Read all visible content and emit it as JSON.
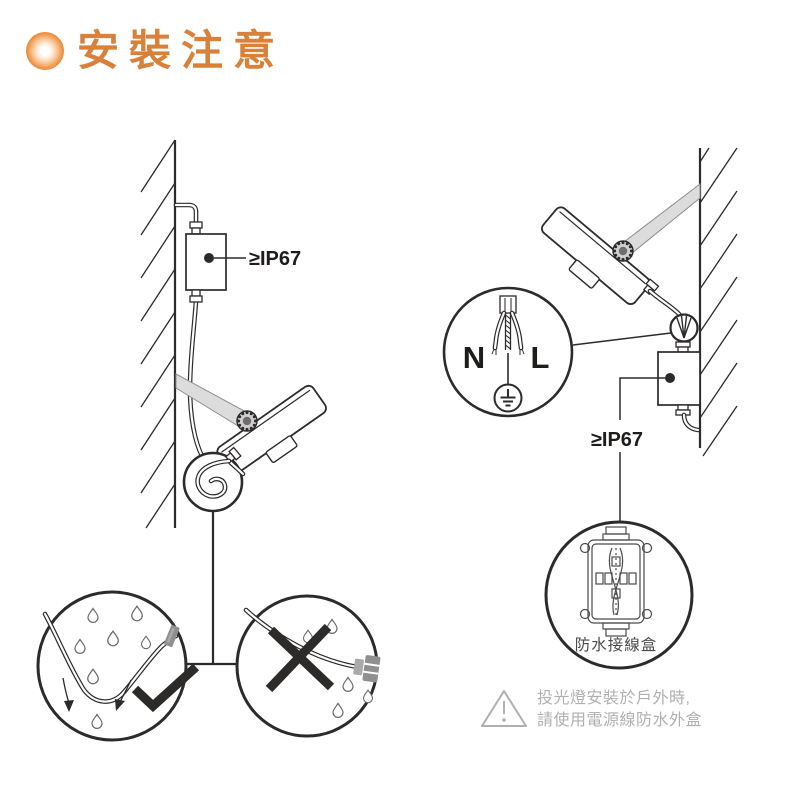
{
  "title": {
    "text": "安裝注意"
  },
  "left_diagram": {
    "junction_box_rating": "≥IP67"
  },
  "right_diagram": {
    "junction_box_rating": "≥IP67",
    "wires": {
      "neutral": "N",
      "live": "L"
    },
    "magnifier_label": "防水接線盒"
  },
  "warning": {
    "line1": "投光燈安裝於戶外時,",
    "line2": "請使用電源線防水外盒"
  },
  "colors": {
    "accent_orange": "#E66C15",
    "title_text": "#D8813B",
    "line_ink": "#2D2A2A",
    "warning_gray": "#B0B0B0",
    "bracket_gray": "#DCDCDC",
    "connector_gray": "#8F8F8F"
  }
}
